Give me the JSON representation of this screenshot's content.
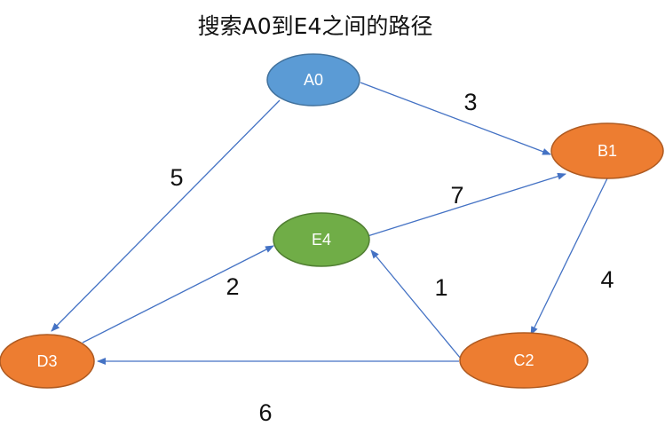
{
  "title": "搜索A0到E4之间的路径",
  "colors": {
    "edge": "#4472c4",
    "blue_node_fill": "#5b9bd5",
    "blue_node_stroke": "#41719c",
    "orange_node_fill": "#ed7d31",
    "orange_node_stroke": "#ae5a21",
    "green_node_fill": "#70ad47",
    "green_node_stroke": "#507e32"
  },
  "nodes": [
    {
      "id": "A0",
      "label": "A0",
      "color": "blue"
    },
    {
      "id": "B1",
      "label": "B1",
      "color": "orange"
    },
    {
      "id": "C2",
      "label": "C2",
      "color": "orange"
    },
    {
      "id": "D3",
      "label": "D3",
      "color": "orange"
    },
    {
      "id": "E4",
      "label": "E4",
      "color": "green"
    }
  ],
  "edges": [
    {
      "from": "A0",
      "to": "B1",
      "weight": "3"
    },
    {
      "from": "A0",
      "to": "D3",
      "weight": "5"
    },
    {
      "from": "E4",
      "to": "B1",
      "weight": "7"
    },
    {
      "from": "B1",
      "to": "C2",
      "weight": "4"
    },
    {
      "from": "D3",
      "to": "E4",
      "weight": "2"
    },
    {
      "from": "C2",
      "to": "E4",
      "weight": "1"
    },
    {
      "from": "C2",
      "to": "D3",
      "weight": "6"
    }
  ]
}
